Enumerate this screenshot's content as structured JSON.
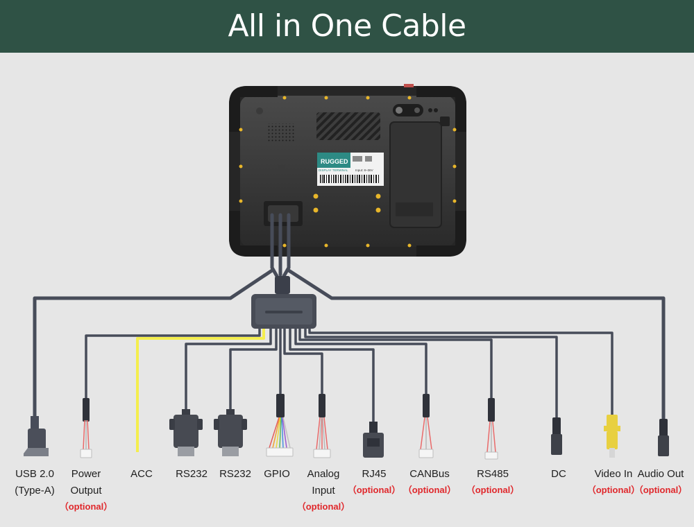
{
  "title": "All in One Cable",
  "device": {
    "label_brand": "RUGGED",
    "label_sub": "DISPLAY TERMINAL",
    "label_input": "Input: 8~36V"
  },
  "colors": {
    "banner": "#2f5245",
    "background": "#e6e6e6",
    "cable": "#474c59",
    "acc_wire": "#f4ee4e",
    "optional_text": "#e0272b"
  },
  "connectors": [
    {
      "id": "usb",
      "name": "USB 2.0",
      "name2": "(Type-A)",
      "optional": ""
    },
    {
      "id": "power",
      "name": "Power",
      "name2": "Output",
      "optional": "（optional）"
    },
    {
      "id": "acc",
      "name": "ACC",
      "name2": "",
      "optional": ""
    },
    {
      "id": "rs232a",
      "name": "RS232",
      "name2": "",
      "optional": ""
    },
    {
      "id": "rs232b",
      "name": "RS232",
      "name2": "",
      "optional": ""
    },
    {
      "id": "gpio",
      "name": "GPIO",
      "name2": "",
      "optional": ""
    },
    {
      "id": "analog",
      "name": "Analog",
      "name2": "Input",
      "optional": "（optional）"
    },
    {
      "id": "rj45",
      "name": "RJ45",
      "name2": "",
      "optional": "（optional）"
    },
    {
      "id": "canbus",
      "name": "CANBus",
      "name2": "",
      "optional": "（optional）"
    },
    {
      "id": "rs485",
      "name": "RS485",
      "name2": "",
      "optional": "（optional）"
    },
    {
      "id": "dc",
      "name": "DC",
      "name2": "",
      "optional": ""
    },
    {
      "id": "videoin",
      "name": "Video In",
      "name2": "",
      "optional": "（optional）"
    },
    {
      "id": "audioout",
      "name": "Audio Out",
      "name2": "",
      "optional": "（optional）"
    }
  ]
}
